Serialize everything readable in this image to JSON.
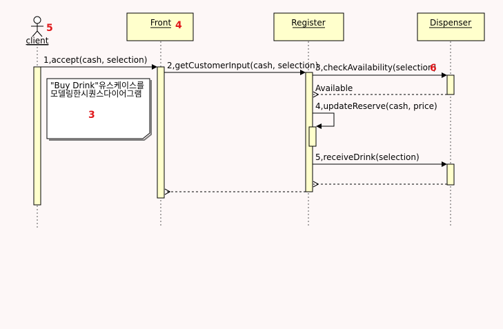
{
  "participants": {
    "client": "client",
    "front": "Front",
    "register": "Register",
    "dispenser": "Dispenser"
  },
  "messages": {
    "m1": "1,accept(cash, selection)",
    "m2": "2,getCustomerInput(cash, selection)",
    "m3": "3,checkAvailability(selection)",
    "m3_return": "Available",
    "m4": "4,updateReserve(cash, price)",
    "m5": "5,receiveDrink(selection)"
  },
  "note": {
    "text": "\"Buy Drink\"유스케이스를 모델링한시퀀스다이어그램"
  },
  "markers": {
    "client": "5",
    "front": "4",
    "note": "3",
    "message": "6"
  },
  "colors": {
    "background": "#fdf7f7",
    "box_fill": "#ffffcc",
    "accent_red": "#e0181b"
  }
}
